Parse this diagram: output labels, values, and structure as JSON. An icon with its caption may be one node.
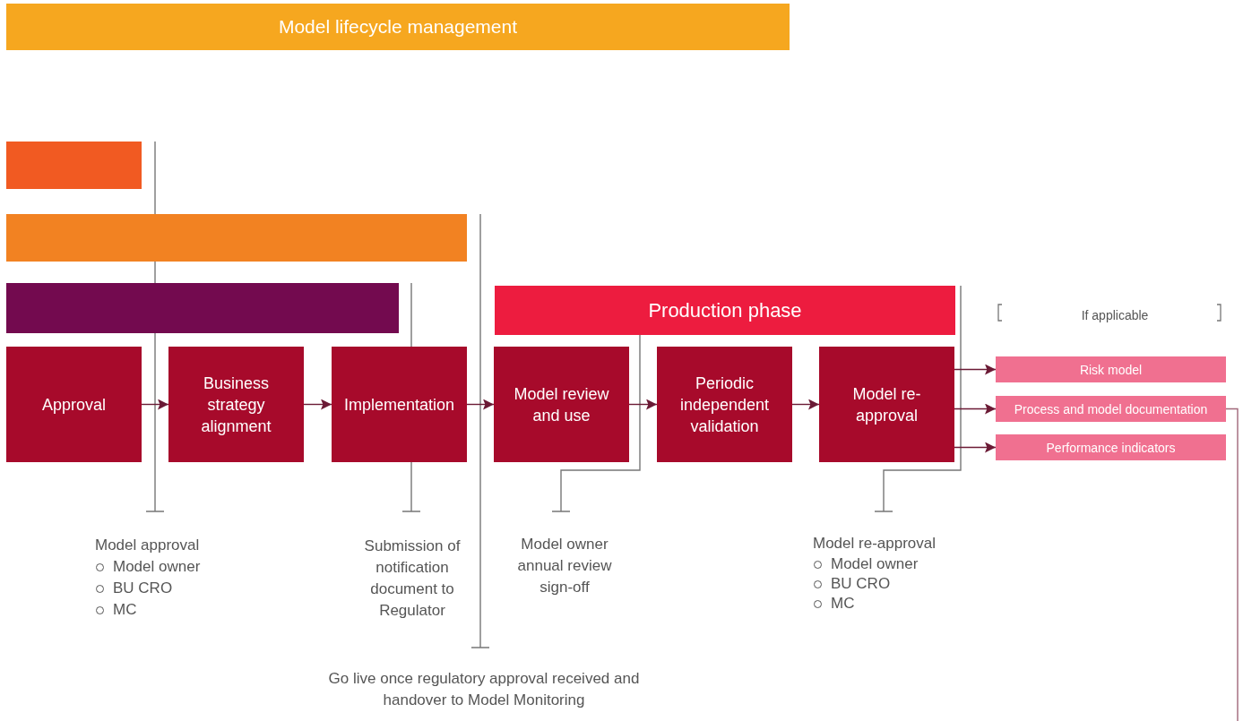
{
  "diagram": {
    "nodes": [
      {
        "text": [
          "Model lifecycle management"
        ]
      },
      {
        "text": [],
        "shape": "bar"
      },
      {
        "text": [],
        "shape": "bar"
      },
      {
        "text": [],
        "shape": "bar"
      },
      {
        "text": [
          "Production phase"
        ]
      },
      {
        "text": [
          "Approval"
        ]
      },
      {
        "text": [
          "Business strategy alignment"
        ]
      },
      {
        "text": [
          "Implementation"
        ]
      },
      {
        "text": [
          "Model review and use"
        ]
      },
      {
        "text": [
          "Periodic independent validation"
        ]
      },
      {
        "text": [
          "Model re-approval"
        ]
      },
      {
        "text": [
          "Risk model"
        ]
      },
      {
        "text": [
          "Process and model documentation"
        ]
      },
      {
        "text": [
          "Performance indicators"
        ]
      }
    ],
    "edges": [
      {
        "from": 5,
        "to": 6,
        "arrow": "to"
      },
      {
        "from": 6,
        "to": 7,
        "arrow": "to"
      },
      {
        "from": 7,
        "to": 8,
        "arrow": "to"
      },
      {
        "from": 8,
        "to": 9,
        "arrow": "to"
      },
      {
        "from": 9,
        "to": 10,
        "arrow": "to"
      },
      {
        "from": 10,
        "to": 11,
        "arrow": "to"
      },
      {
        "from": 10,
        "to": 12,
        "arrow": "to"
      },
      {
        "from": 10,
        "to": 13,
        "arrow": "to"
      },
      {
        "from": 12,
        "to": null,
        "arrow": "none",
        "color": "#a0677a"
      }
    ],
    "labels": [
      "If applicable",
      "Model approval",
      "Model owner",
      "BU CRO",
      "MC",
      "Submission of notification document to Regulator",
      "Model owner annual review sign-off",
      "Model re-approval",
      "Model owner",
      "BU CRO",
      "MC",
      "Go live once regulatory approval received and handover to Model Monitoring"
    ]
  }
}
